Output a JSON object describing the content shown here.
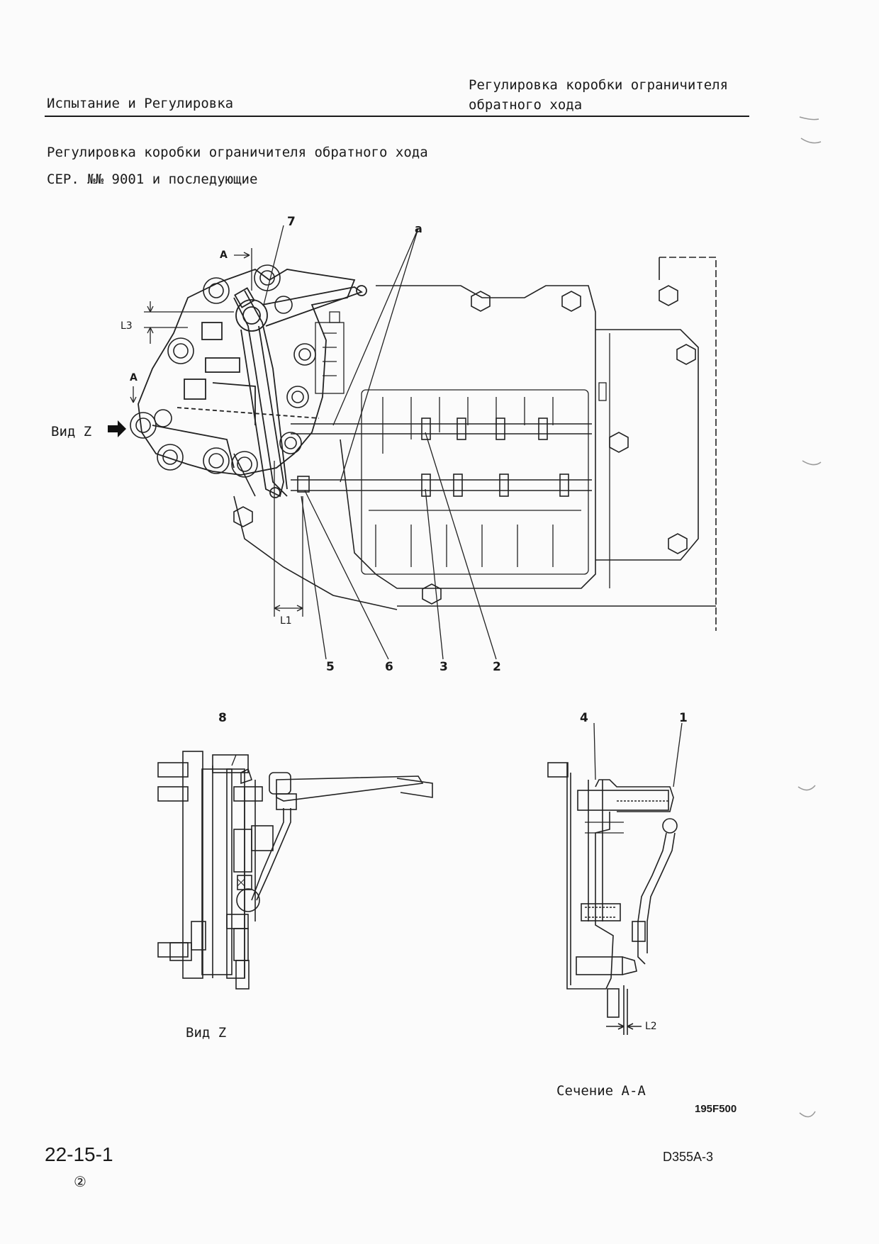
{
  "header": {
    "section_left": "Испытание и Регулировка",
    "section_right_line1": "Регулировка коробки ограничителя",
    "section_right_line2": "обратного хода"
  },
  "title": "Регулировка коробки ограничителя обратного хода",
  "subtitle": "СЕР. №№ 9001 и последующие",
  "main_view": {
    "labels": {
      "a": "a",
      "seven": "7",
      "A_top": "A",
      "A_left": "A",
      "L3": "L3",
      "L1": "L1",
      "five": "5",
      "six": "6",
      "three": "3",
      "two": "2"
    },
    "view_z_label": "Вид Z"
  },
  "view_z": {
    "label_eight": "8",
    "caption": "Вид Z"
  },
  "section_aa": {
    "label_four": "4",
    "label_one": "1",
    "label_L2": "L2",
    "caption": "Сечение А-А"
  },
  "figure_code": "195F500",
  "footer": {
    "page_number": "22-15-1",
    "revision": "②",
    "model": "D355A-3"
  }
}
